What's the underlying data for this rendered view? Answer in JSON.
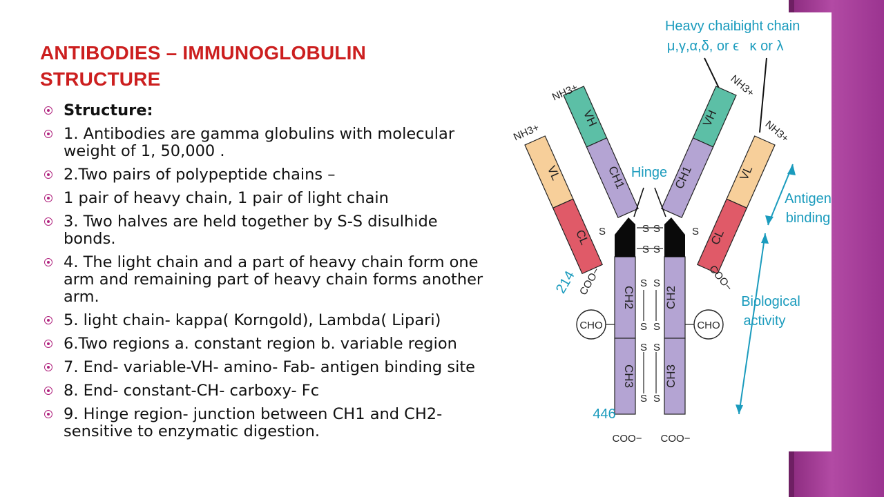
{
  "slide": {
    "title_line1": "ANTIBODIES – IMMUNOGLOBULIN",
    "title_line2": "STRUCTURE",
    "bullets": [
      "Structure:",
      "1. Antibodies are gamma globulins with molecular weight of 1, 50,000 .",
      "2.Two pairs of polypeptide chains –",
      "1 pair of  heavy chain, 1 pair of light chain",
      "3. Two halves are held together by S-S disulhide bonds.",
      "4. The light chain and a part of heavy chain form one arm and remaining part of heavy chain forms another arm.",
      "5. light chain- kappa( Korngold), Lambda( Lipari)",
      "6.Two regions a. constant region b. variable region",
      "7. End- variable-VH- amino- Fab- antigen binding site",
      "8. End- constant-CH- carboxy- Fc",
      "9. Hinge region- junction between CH1 and CH2- sensitive to enzymatic digestion."
    ]
  },
  "diagram": {
    "heavy_chain_label": "Heavy chain",
    "heavy_chain_types": "μ,γ,α,δ, or ϵ",
    "light_chain_label": "Light chain",
    "light_chain_types": "κ or λ",
    "hinge_label": "Hinge",
    "antigen_label_1": "Antigen",
    "antigen_label_2": "binding",
    "bio_label_1": "Biological",
    "bio_label_2": "activity",
    "vl": "VL",
    "cl": "CL",
    "vh": "VH",
    "ch1": "CH1",
    "ch2": "CH2",
    "ch3": "CH3",
    "nh3": "NH3+",
    "coo": "COO−",
    "cho": "CHO",
    "ss": "S",
    "num_214": "214",
    "num_446": "446"
  },
  "colors": {
    "title": "#cc1f1f",
    "bullet": "#b0237e",
    "vl": "#f7cf9a",
    "cl": "#e05a68",
    "vh": "#5cbfa6",
    "ch": "#b4a4d3",
    "hinge": "#0a0a0a",
    "accent": "#1a9bbd",
    "band": "#9b3490"
  }
}
